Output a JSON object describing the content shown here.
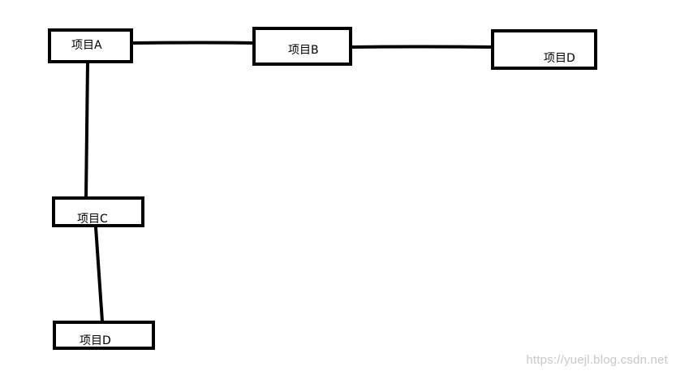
{
  "diagram": {
    "nodes": [
      {
        "id": "a",
        "label": "项目A"
      },
      {
        "id": "b",
        "label": "项目B"
      },
      {
        "id": "d1",
        "label": "项目D"
      },
      {
        "id": "c",
        "label": "项目C"
      },
      {
        "id": "d2",
        "label": "项目D"
      }
    ],
    "edges": [
      {
        "from": "a",
        "to": "b"
      },
      {
        "from": "b",
        "to": "d1"
      },
      {
        "from": "a",
        "to": "c"
      },
      {
        "from": "c",
        "to": "d2"
      }
    ],
    "stroke_color": "#000000"
  },
  "watermark": {
    "text": "https://yuejl.blog.csdn.net"
  }
}
